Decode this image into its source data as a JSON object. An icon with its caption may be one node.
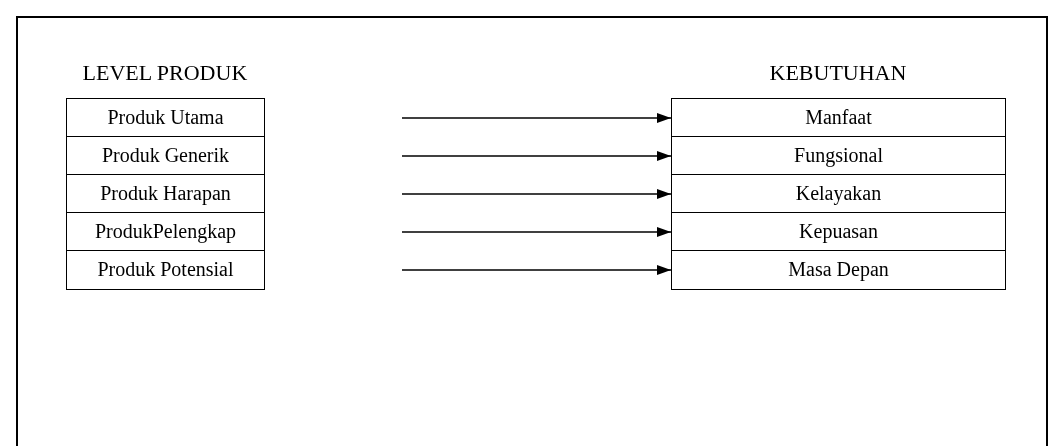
{
  "diagram": {
    "nodes": [
      {
        "text": [
          "Produk Utama"
        ]
      },
      {
        "text": [
          "Produk Generik"
        ]
      },
      {
        "text": [
          "Produk Harapan"
        ]
      },
      {
        "text": [
          "ProdukPelengkap"
        ]
      },
      {
        "text": [
          "Produk Potensial"
        ]
      },
      {
        "text": [
          "Manfaat"
        ]
      },
      {
        "text": [
          "Fungsional"
        ]
      },
      {
        "text": [
          "Kelayakan"
        ]
      },
      {
        "text": [
          "Kepuasan"
        ]
      },
      {
        "text": [
          "Masa Depan"
        ]
      }
    ],
    "edges": [
      {
        "from": null,
        "to": 5,
        "arrow": "to"
      },
      {
        "from": null,
        "to": 6,
        "arrow": "to"
      },
      {
        "from": null,
        "to": 7,
        "arrow": "to"
      },
      {
        "from": null,
        "to": 8,
        "arrow": "to"
      },
      {
        "from": null,
        "to": 9,
        "arrow": "to"
      }
    ],
    "labels": [
      "LEVEL PRODUK",
      "KEBUTUHAN"
    ]
  }
}
